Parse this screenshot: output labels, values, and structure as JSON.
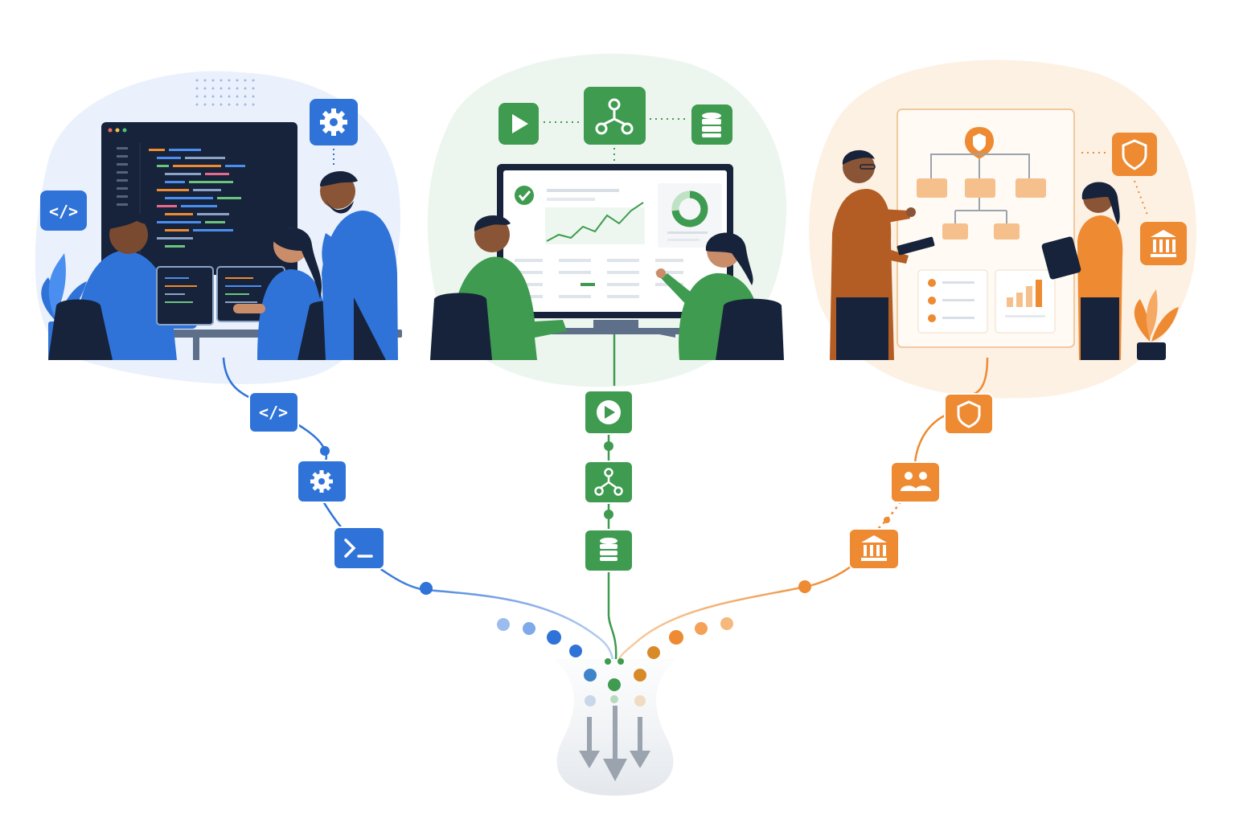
{
  "colors": {
    "blue": "#2F73D9",
    "green": "#3E9B4F",
    "orange": "#EE8A32",
    "navy": "#17233A",
    "gray_arrow": "#9AA3AE"
  },
  "panels": [
    {
      "name": "development-scene",
      "theme": "blue",
      "floating_icons": [
        "code-icon",
        "gear-icon"
      ],
      "path_icons": [
        "code-icon",
        "gear-icon",
        "terminal-icon"
      ]
    },
    {
      "name": "analytics-scene",
      "theme": "green",
      "floating_icons": [
        "play-icon",
        "branch-icon",
        "database-icon"
      ],
      "path_icons": [
        "play-icon",
        "branch-icon",
        "database-icon"
      ]
    },
    {
      "name": "governance-scene",
      "theme": "orange",
      "floating_icons": [
        "shield-icon",
        "bank-icon"
      ],
      "path_icons": [
        "shield-icon",
        "users-icon",
        "bank-icon"
      ]
    }
  ],
  "funnel": {
    "output_icon": "down-arrows-icon"
  }
}
